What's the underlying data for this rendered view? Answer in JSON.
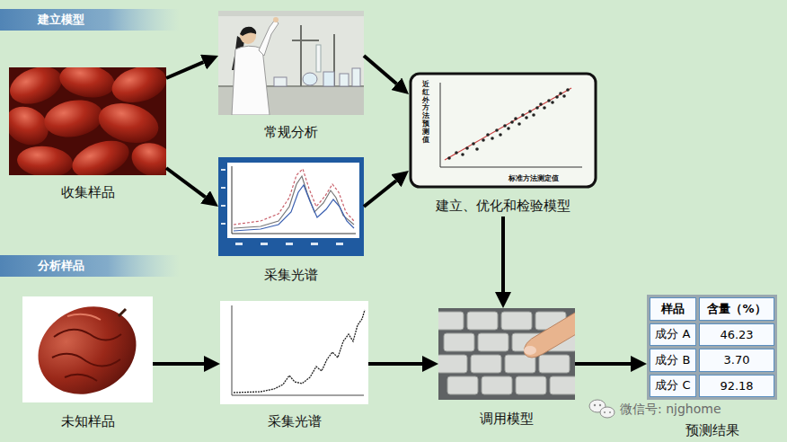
{
  "diagram": {
    "nodes": [
      {
        "text": [
          "收集样品"
        ]
      },
      {
        "text": [
          "常规分析"
        ]
      },
      {
        "text": [
          "采集光谱"
        ]
      },
      {
        "text": [
          "建立、优化和检验模型"
        ]
      },
      {
        "text": [
          "未知样品"
        ]
      },
      {
        "text": [
          "采集光谱"
        ]
      },
      {
        "text": [
          "调用模型"
        ]
      },
      {
        "text": [
          "预测结果"
        ]
      }
    ],
    "edges": [
      {
        "from": 0,
        "to": 1,
        "arrow": "to"
      },
      {
        "from": 0,
        "to": 2,
        "arrow": "to"
      },
      {
        "from": 1,
        "to": 3,
        "arrow": "to"
      },
      {
        "from": 2,
        "to": 3,
        "arrow": "to"
      },
      {
        "from": 3,
        "to": 6,
        "arrow": "to"
      },
      {
        "from": 4,
        "to": 5,
        "arrow": "to"
      },
      {
        "from": 5,
        "to": 6,
        "arrow": "to"
      },
      {
        "from": 6,
        "to": 7,
        "arrow": "to"
      }
    ],
    "labels": [
      "建立模型",
      "分析样品",
      "近红外方法预测值",
      "标准方法测定值",
      "样品",
      "含量（%）",
      "成分 A",
      "46.23",
      "成分 B",
      "3.70",
      "成分 C",
      "92.18",
      "微信号: njghome"
    ]
  }
}
